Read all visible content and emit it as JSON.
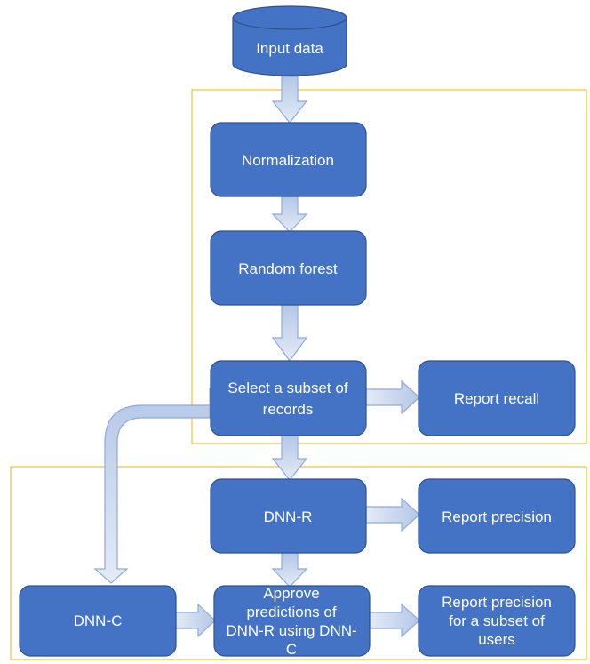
{
  "colors": {
    "box_fill": "#4472c4",
    "box_stroke": "#2f528f",
    "frame_stroke": "#f2c12e",
    "arrow_fill_top": "#b4c7e7",
    "arrow_fill_bottom": "#dae3f3",
    "arrow_stroke": "#8faadc",
    "text": "#ffffff"
  },
  "nodes": {
    "input_data": "Input data",
    "normalization": "Normalization",
    "random_forest": "Random forest",
    "select_subset_line1": "Select a subset of",
    "select_subset_line2": "records",
    "report_recall": "Report recall",
    "dnn_r": "DNN-R",
    "report_precision": "Report precision",
    "dnn_c": "DNN-C",
    "approve_line1": "Approve",
    "approve_line2": "predictions of",
    "approve_line3": "DNN-R using DNN-",
    "approve_line4": "C",
    "report_subset_line1": "Report precision",
    "report_subset_line2": "for a subset of",
    "report_subset_line3": "users"
  },
  "edges": [
    {
      "from": "input_data",
      "to": "normalization"
    },
    {
      "from": "normalization",
      "to": "random_forest"
    },
    {
      "from": "random_forest",
      "to": "select_subset"
    },
    {
      "from": "select_subset",
      "to": "report_recall"
    },
    {
      "from": "select_subset",
      "to": "dnn_r"
    },
    {
      "from": "select_subset",
      "to": "dnn_c"
    },
    {
      "from": "dnn_r",
      "to": "report_precision"
    },
    {
      "from": "dnn_r",
      "to": "approve"
    },
    {
      "from": "dnn_c",
      "to": "approve"
    },
    {
      "from": "approve",
      "to": "report_subset"
    }
  ]
}
